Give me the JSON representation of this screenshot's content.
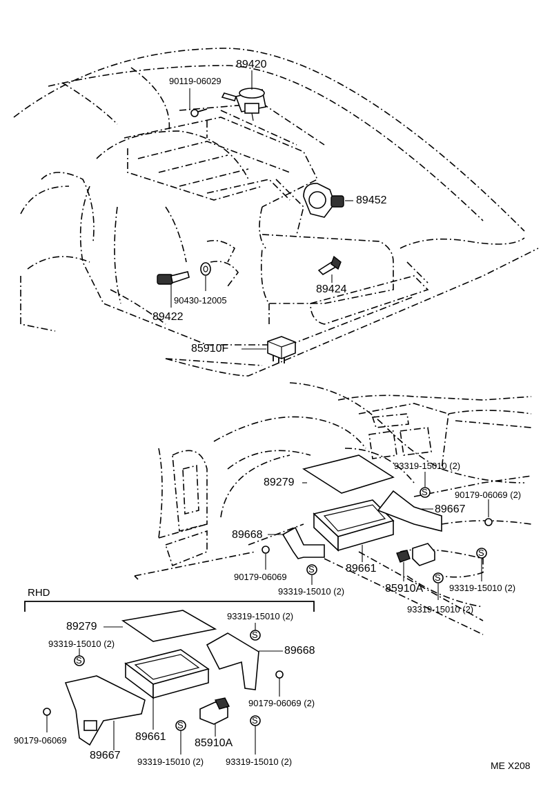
{
  "labels": {
    "p89420": "89420",
    "p90119_06029": "90119-06029",
    "p89452": "89452",
    "p89424": "89424",
    "p90430_12005": "90430-12005",
    "p89422": "89422",
    "p85910F": "85910F",
    "p93319_a": "93319-15010 (2)",
    "p89279_a": "89279",
    "p90179_06069_a": "90179-06069 (2)",
    "p89667_a": "89667",
    "p89668_a": "89668",
    "p90179_06069_b": "90179-06069",
    "p89661_a": "89661",
    "p93319_b": "93319-15010 (2)",
    "p85910A_a": "85910A",
    "p93319_c": "93319-15010 (2)",
    "p93319_d": "93319-15010 (2)",
    "rhd": "RHD",
    "p89279_b": "89279",
    "p93319_e": "93319-15010 (2)",
    "p93319_f": "93319-15010 (2)",
    "p89668_b": "89668",
    "p90179_06069_c": "90179-06069 (2)",
    "p90179_06069_d": "90179-06069",
    "p89661_b": "89661",
    "p85910A_b": "85910A",
    "p89667_b": "89667",
    "p93319_g": "93319-15010 (2)",
    "p93319_h": "93319-15010 (2)",
    "s_symbol": "S",
    "ref_code": "ME X208"
  }
}
